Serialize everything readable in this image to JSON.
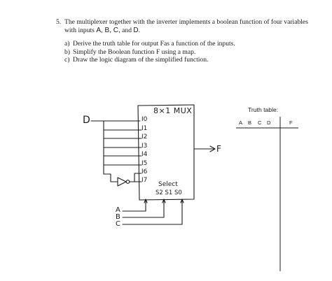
{
  "question": {
    "number": "5.",
    "line1": "The multiplexer together with the inverter implements a boolean function of four variables",
    "line2_prefix": "with inputs ",
    "vars": "A, B, C,",
    "line2_and": " and ",
    "var_d": "D",
    "line2_suffix": ".",
    "parts": [
      {
        "letter": "a)",
        "text": "Derive the truth table for output Fas  a function of the inputs."
      },
      {
        "letter": "b)",
        "text": "Simplify the Boolean function F using a map."
      },
      {
        "letter": "c)",
        "text": "Draw the logic diagram of the simplified function."
      }
    ]
  },
  "diagram": {
    "mux_label": "8×1 MUX",
    "input_d": "D",
    "output_f": "F",
    "mux_inputs": [
      "I0",
      "I1",
      "I2",
      "I3",
      "I4",
      "I5",
      "I6",
      "I7"
    ],
    "select_label": "Select",
    "select_lines": "S2 S1 S0",
    "selectors": [
      "A",
      "B",
      "C"
    ]
  },
  "truth_table": {
    "title": "Truth table:",
    "headers": [
      "A",
      "B",
      "C",
      "D",
      "F"
    ]
  }
}
